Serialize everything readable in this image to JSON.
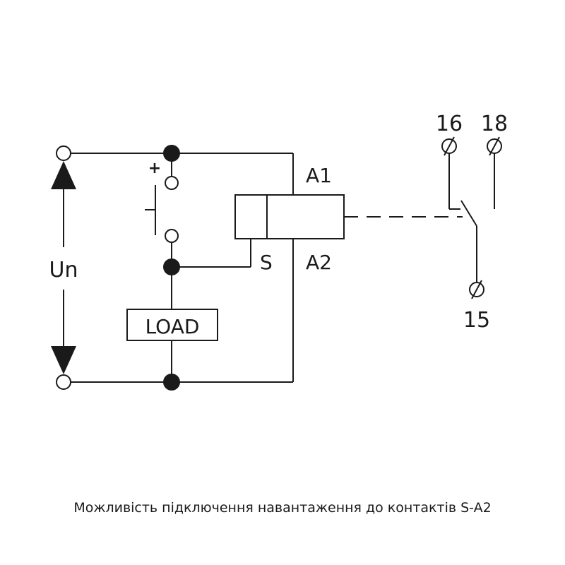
{
  "labels": {
    "supply": "Un",
    "load": "LOAD",
    "plus_sign": "+",
    "terminal_a1": "A1",
    "terminal_a2": "A2",
    "terminal_s": "S",
    "contact_16": "16",
    "contact_18": "18",
    "contact_15": "15"
  },
  "caption": "Можливість підключення навантаження до контактів S-A2",
  "colors": {
    "line": "#1a1a1a",
    "background": "#ffffff"
  }
}
